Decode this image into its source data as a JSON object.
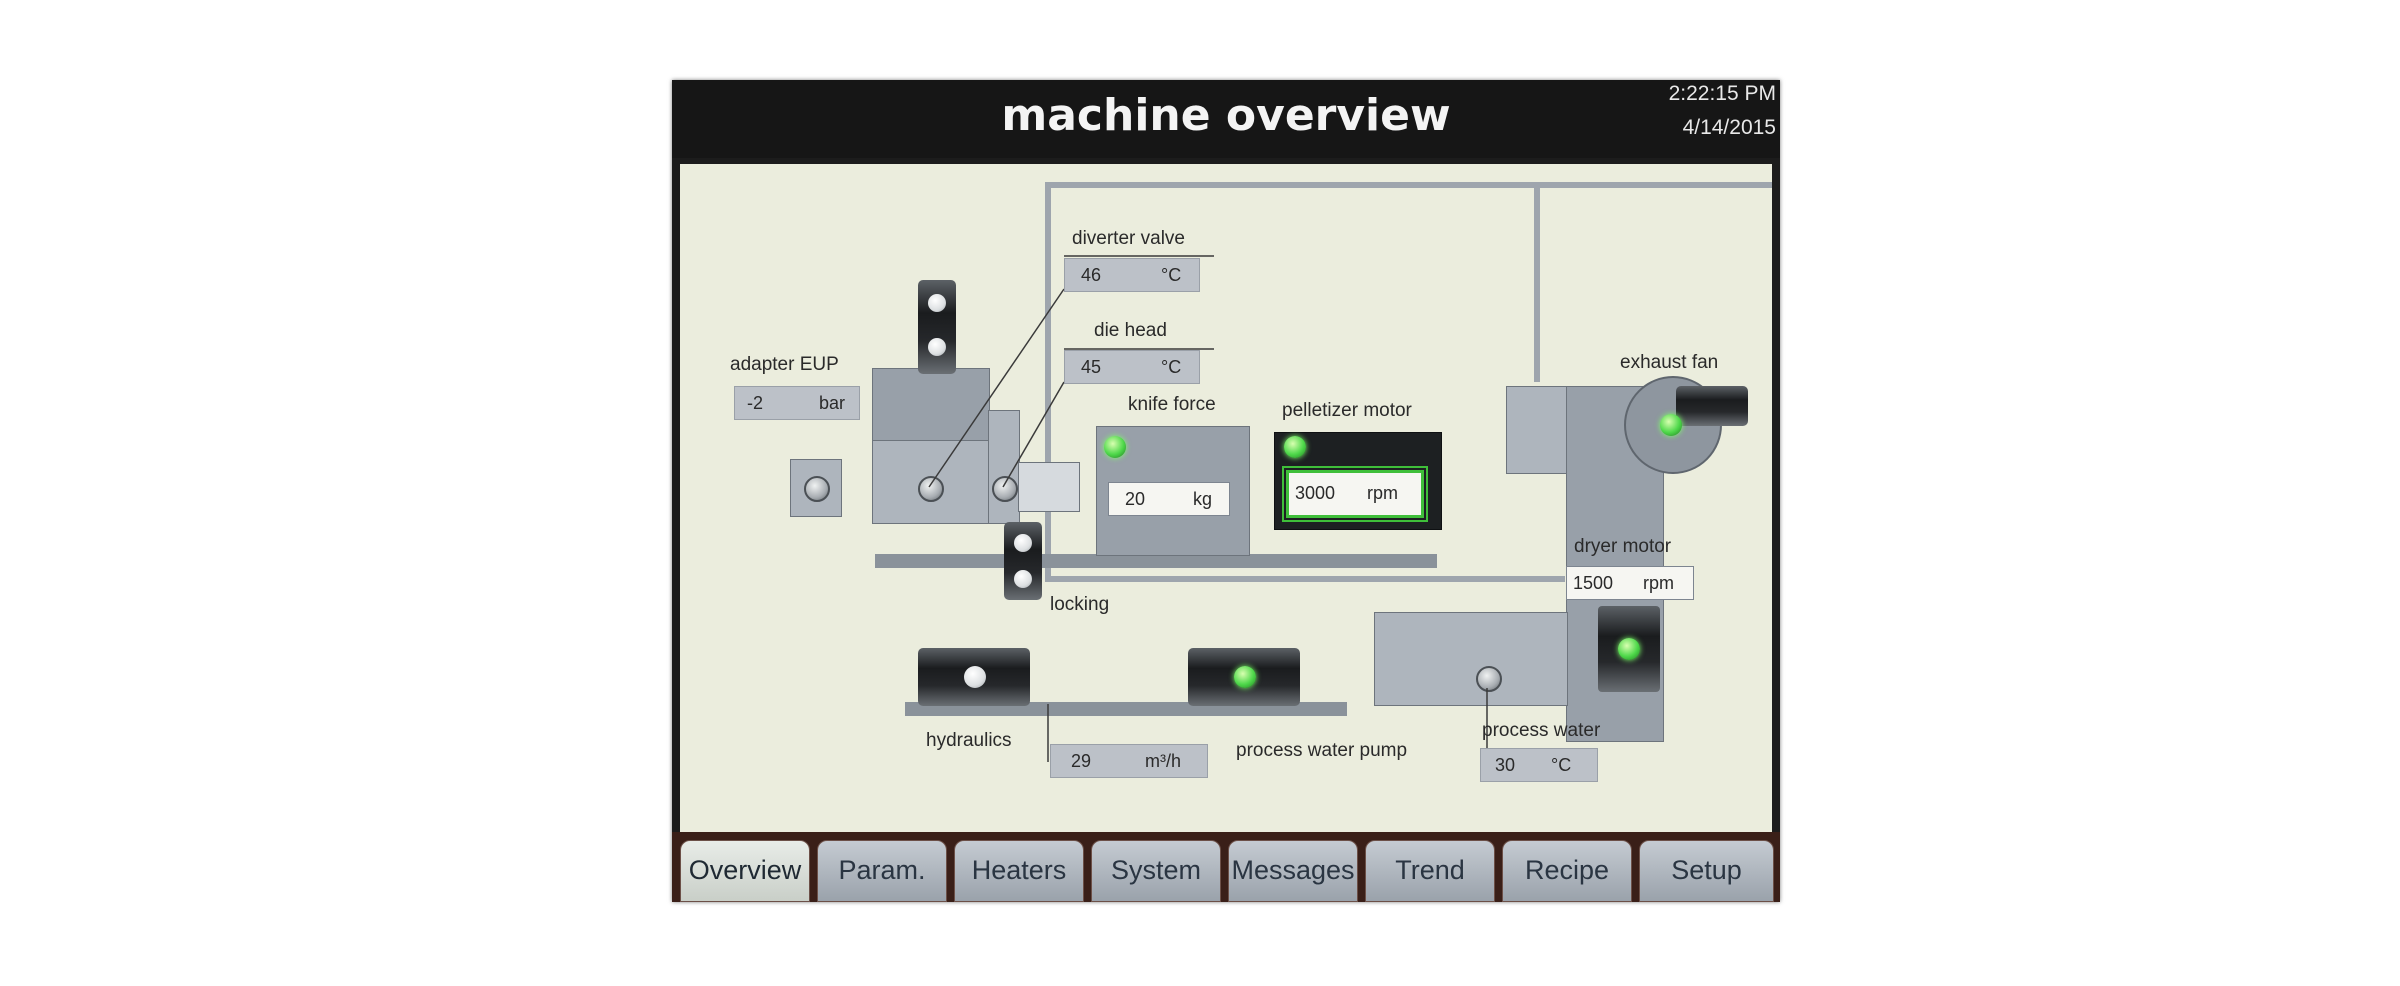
{
  "title": "machine overview",
  "clock": {
    "time": "2:22:15 PM",
    "date": "4/14/2015"
  },
  "process": {
    "diverter_valve": {
      "label": "diverter valve",
      "value": "46",
      "unit": "°C"
    },
    "die_head": {
      "label": "die head",
      "value": "45",
      "unit": "°C"
    },
    "adapter_eup": {
      "label": "adapter EUP",
      "value": "-2",
      "unit": "bar"
    },
    "knife_force": {
      "label": "knife force",
      "value": "20",
      "unit": "kg"
    },
    "pelletizer_motor": {
      "label": "pelletizer motor",
      "value": "3000",
      "unit": "rpm"
    },
    "exhaust_fan": {
      "label": "exhaust fan"
    },
    "dryer_motor": {
      "label": "dryer motor",
      "value": "1500",
      "unit": "rpm"
    },
    "locking": {
      "label": "locking"
    },
    "hydraulics": {
      "label": "hydraulics"
    },
    "flow": {
      "value": "29",
      "unit": "m³/h"
    },
    "process_water_pump": {
      "label": "process water pump"
    },
    "process_water": {
      "label": "process water",
      "value": "30",
      "unit": "°C"
    }
  },
  "tabs": [
    {
      "label": "Overview",
      "active": true
    },
    {
      "label": "Param."
    },
    {
      "label": "Heaters"
    },
    {
      "label": "System"
    },
    {
      "label": "Messages"
    },
    {
      "label": "Trend"
    },
    {
      "label": "Recipe"
    },
    {
      "label": "Setup"
    }
  ],
  "colors": {
    "led_on": "#4ed84a",
    "tab_bar": "#3a1f18",
    "panel_bg": "#ebeddd"
  }
}
